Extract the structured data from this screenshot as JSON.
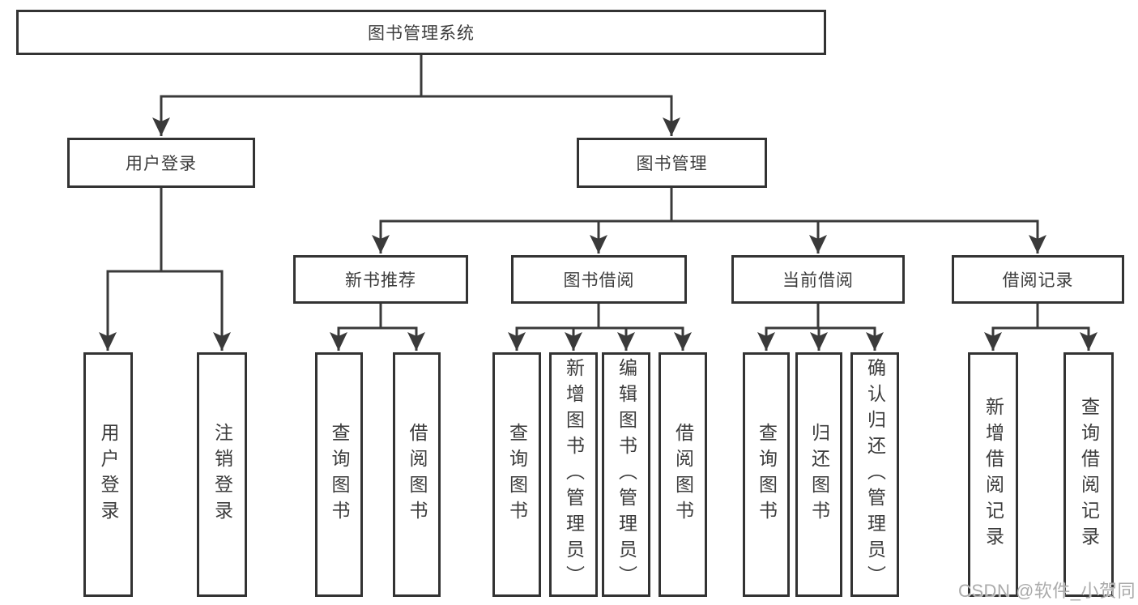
{
  "diagram": {
    "root_label": "图书管理系统",
    "branches": [
      {
        "label": "用户登录",
        "children": [
          "用户登录",
          "注销登录"
        ]
      },
      {
        "label": "图书管理",
        "groups": [
          {
            "label": "新书推荐",
            "children": [
              "查询图书",
              "借阅图书"
            ]
          },
          {
            "label": "图书借阅",
            "children": [
              "查询图书",
              "新增图书（管理员）",
              "编辑图书（管理员）",
              "借阅图书"
            ]
          },
          {
            "label": "当前借阅",
            "children": [
              "查询图书",
              "归还图书",
              "确认归还（管理员）"
            ]
          },
          {
            "label": "借阅记录",
            "children": [
              "新增借阅记录",
              "查询借阅记录"
            ]
          }
        ]
      }
    ]
  },
  "watermark": "CSDN @软件_小贺同学",
  "colors": {
    "line": "#3a3a3a",
    "border": "#333333",
    "text": "#3c3c3c",
    "watermark": "#ababab",
    "background": "#ffffff"
  }
}
